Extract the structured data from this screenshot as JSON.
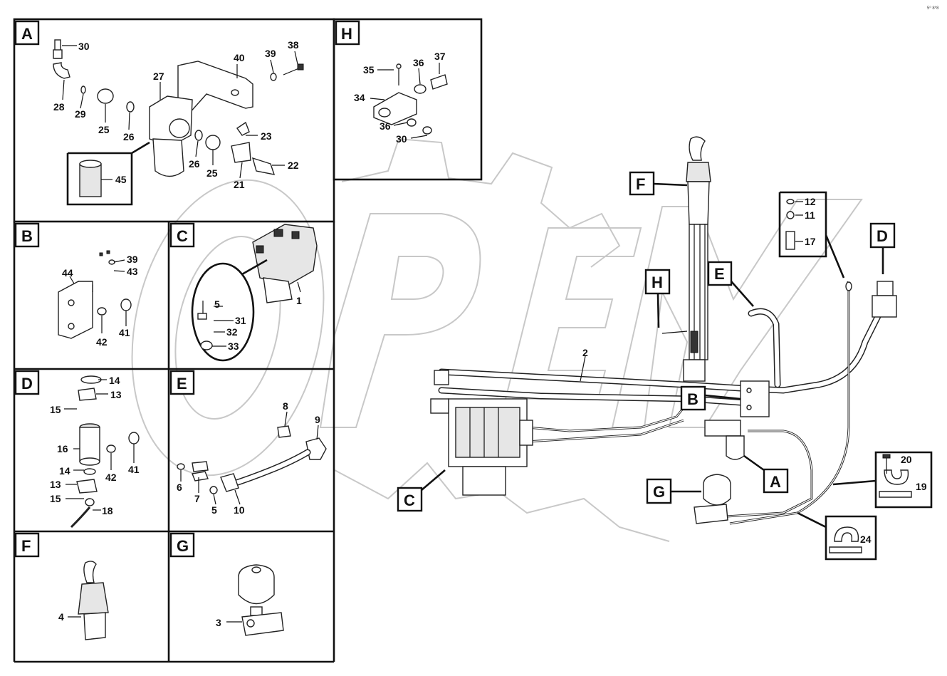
{
  "corner_code": "5⁰ 8⁰8",
  "panels": {
    "A": {
      "letter": "A",
      "callouts": [
        "30",
        "28",
        "29",
        "25",
        "26",
        "27",
        "40",
        "39",
        "38",
        "23",
        "26",
        "25",
        "21",
        "22",
        "45"
      ]
    },
    "H": {
      "letter": "H",
      "callouts": [
        "35",
        "36",
        "37",
        "34",
        "36",
        "30"
      ]
    },
    "B": {
      "letter": "B",
      "callouts": [
        "44",
        "39",
        "43",
        "42",
        "41"
      ]
    },
    "C": {
      "letter": "C",
      "callouts": [
        "5",
        "31",
        "32",
        "33",
        "1"
      ]
    },
    "D": {
      "letter": "D",
      "callouts": [
        "14",
        "13",
        "15",
        "16",
        "42",
        "41",
        "14",
        "13",
        "15",
        "18"
      ]
    },
    "E": {
      "letter": "E",
      "callouts": [
        "8",
        "9",
        "6",
        "7",
        "5",
        "10"
      ]
    },
    "F": {
      "letter": "F",
      "callouts": [
        "4"
      ]
    },
    "G": {
      "letter": "G",
      "callouts": [
        "3"
      ]
    }
  },
  "main_tags": [
    "F",
    "H",
    "E",
    "B",
    "D",
    "A",
    "G",
    "C"
  ],
  "main_callouts": [
    "12",
    "11",
    "17",
    "2",
    "20",
    "19",
    "24"
  ]
}
